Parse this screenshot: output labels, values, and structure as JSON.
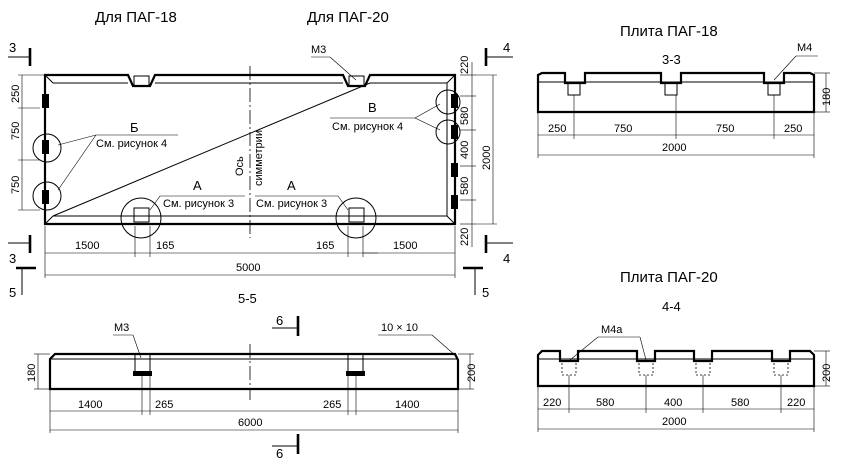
{
  "headings": {
    "pag18": "Для ПАГ-18",
    "pag20": "Для ПАГ-20",
    "plate18": "Плита ПАГ-18",
    "plate20": "Плита ПАГ-20"
  },
  "sections": {
    "s33": "3-3",
    "s44": "4-4",
    "s55": "5-5",
    "m3": "3",
    "m4": "4",
    "m5": "5",
    "m6": "6"
  },
  "labels": {
    "m3": "М3",
    "m4": "М4",
    "m4a": "М4а",
    "chamfer": "10 × 10",
    "axis_line1": "Ось",
    "axis_line2": "симметрии",
    "letter_a": "А",
    "letter_b": "Б",
    "letter_v": "В",
    "see_fig3": "См. рисунок 3",
    "see_fig4": "См. рисунок 4"
  },
  "dims": {
    "plan_left": [
      "250",
      "750",
      "750"
    ],
    "plan_right": [
      "220",
      "580",
      "400",
      "580",
      "220"
    ],
    "plan_height": "2000",
    "plan_bottom": [
      "1500",
      "165",
      "165",
      "1500"
    ],
    "plan_total": "5000",
    "s33_parts": [
      "250",
      "750",
      "750",
      "250"
    ],
    "s33_total": "2000",
    "s33_height": "180",
    "s44_parts": [
      "220",
      "580",
      "400",
      "580",
      "220"
    ],
    "s44_total": "2000",
    "s44_height": "200",
    "s55_parts": [
      "1400",
      "265",
      "265",
      "1400"
    ],
    "s55_total": "6000",
    "s55_h_left": "180",
    "s55_h_right": "200"
  }
}
